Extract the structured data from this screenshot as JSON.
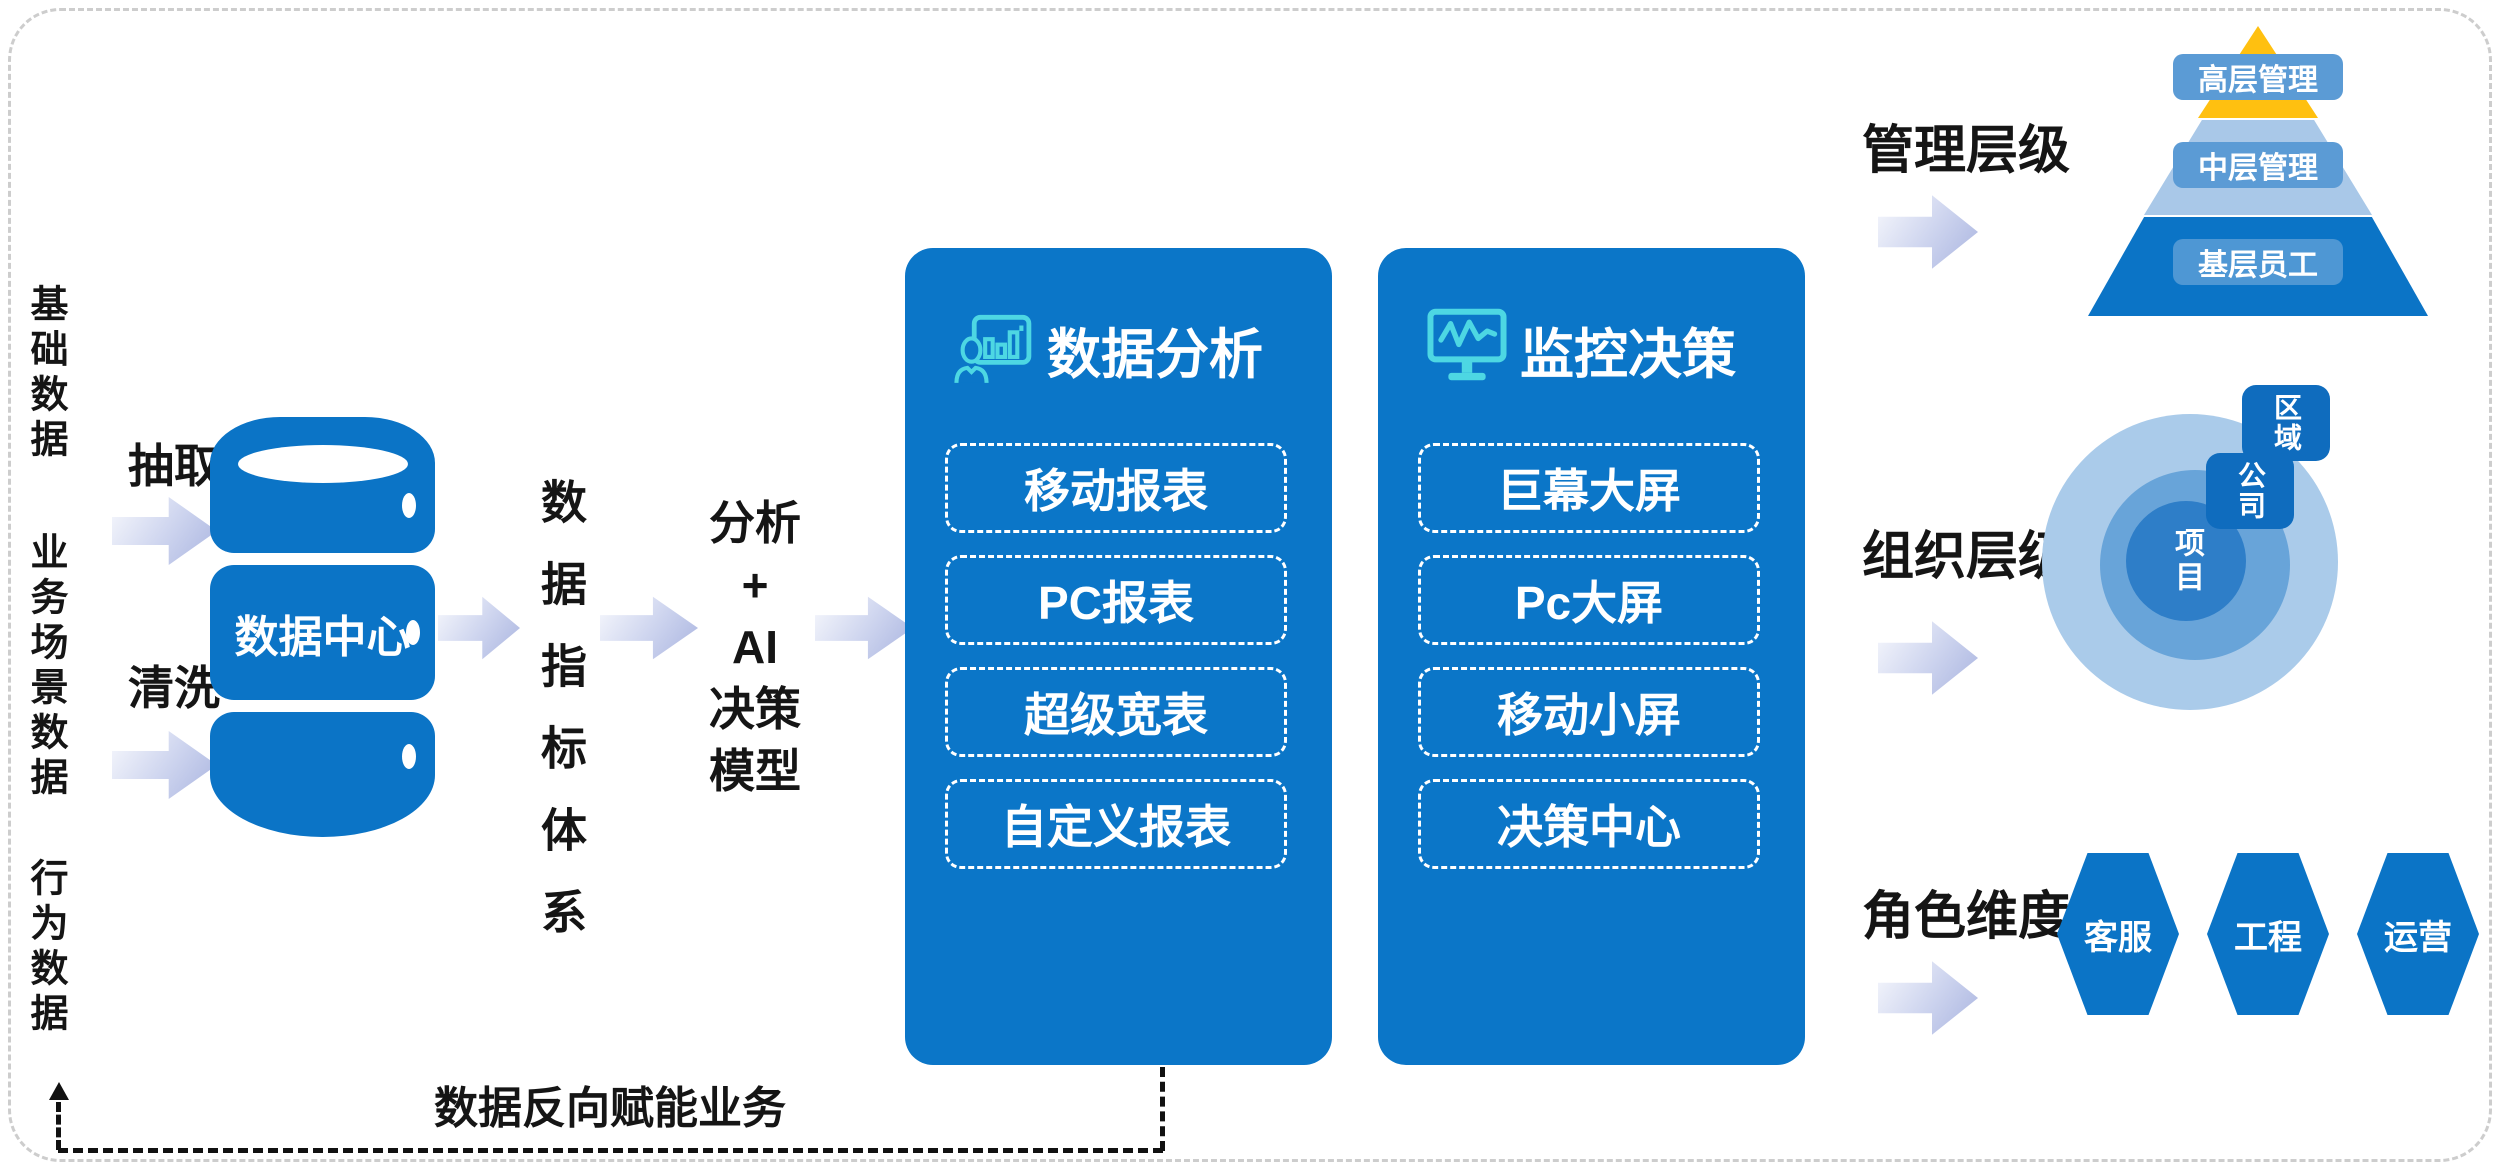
{
  "sources": [
    {
      "label": "基础数据"
    },
    {
      "label": "业务场景数据"
    },
    {
      "label": "行为数据"
    }
  ],
  "etl": {
    "extract_label": "抽取",
    "clean_label": "清洗"
  },
  "data_center": {
    "label": "数据中心"
  },
  "metric_column": {
    "label": "数据指标体系"
  },
  "model_column": {
    "lines": [
      "分析",
      "+",
      "AI",
      "决策",
      "模型"
    ]
  },
  "panels": [
    {
      "title": "数据分析",
      "items": [
        {
          "label": "移动报表"
        },
        {
          "label": "PC报表"
        },
        {
          "label": "超级宽表"
        },
        {
          "label": "自定义报表"
        }
      ]
    },
    {
      "title": "监控决策",
      "items": [
        {
          "label": "巨幕大屏"
        },
        {
          "label": "Pc大屏"
        },
        {
          "label": "移动小屏"
        },
        {
          "label": "决策中心"
        }
      ]
    }
  ],
  "feedback": {
    "label": "数据反向赋能业务"
  },
  "management": {
    "label": "管理层级",
    "levels": [
      {
        "label": "高层管理"
      },
      {
        "label": "中层管理"
      },
      {
        "label": "基层员工"
      }
    ]
  },
  "organization": {
    "label": "组织层级",
    "rings": [
      {
        "label": "区域"
      },
      {
        "label": "公司"
      },
      {
        "label": "项目"
      }
    ]
  },
  "roles": {
    "label": "角色维度",
    "items": [
      {
        "label": "客服"
      },
      {
        "label": "工程"
      },
      {
        "label": "运营"
      }
    ]
  },
  "colors": {
    "primary_blue": "#0b74c6",
    "label_blue": "#5b9bd5",
    "light_blue": "#a9c8e8",
    "accent_yellow": "#ffc010",
    "icon_cyan": "#4dd7e3"
  }
}
